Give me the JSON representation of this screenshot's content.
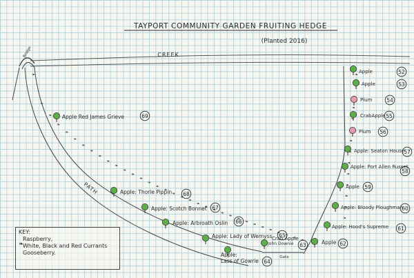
{
  "title": "TAYPORT COMMUNITY GARDEN FRUITING HEDGE",
  "subtitle": "(Planted 2016)",
  "creek_label": "CREEK",
  "path_label": "PATH",
  "bridge_label": "Bridge",
  "gate_label": "Gate",
  "left_hedge": [
    {
      "label": "Apple Red James Grieve",
      "number": "69",
      "kind": "apple"
    },
    {
      "label": "Apple: Thorle Pippin",
      "number": "68",
      "kind": "apple"
    },
    {
      "label": "Apple: Scotch Bonnet",
      "number": "67",
      "kind": "apple"
    },
    {
      "label": "Apple: Arbroath Oslin",
      "number": "66",
      "kind": "apple"
    },
    {
      "label": "Apple: Lady of Wemyss",
      "number": "65",
      "kind": "apple"
    },
    {
      "label": "Apple: Lass of Gowrie",
      "number": "64",
      "kind": "apple"
    },
    {
      "label": "Crab Apple John Downie",
      "number": "63",
      "kind": "apple"
    },
    {
      "label": "Apple",
      "number": "62",
      "kind": "apple"
    }
  ],
  "right_hedge": [
    {
      "label": "Apple",
      "number": "52",
      "kind": "apple"
    },
    {
      "label": "Apple",
      "number": "53",
      "kind": "apple"
    },
    {
      "label": "Plum",
      "number": "54",
      "kind": "plum"
    },
    {
      "label": "CrabApple",
      "number": "55",
      "kind": "apple"
    },
    {
      "label": "Plum",
      "number": "56",
      "kind": "plum"
    },
    {
      "label": "Apple: Seaton House",
      "number": "57",
      "kind": "apple"
    },
    {
      "label": "Apple: Port Allen Russet",
      "number": "58",
      "kind": "apple"
    },
    {
      "label": "Apple",
      "number": "59",
      "kind": "apple"
    },
    {
      "label": "Apple: Bloody Ploughman",
      "number": "60",
      "kind": "apple"
    },
    {
      "label": "Apple: Hood's Supreme",
      "number": "61",
      "kind": "apple"
    }
  ],
  "key": {
    "title": "KEY:",
    "lines": [
      "Raspberry,",
      "White, Black and Red Currants",
      "Gooseberry."
    ]
  },
  "colors": {
    "apple": "#5fae4a",
    "plum": "#e79ab0",
    "ink": "#2a2a2a",
    "grid": "#b9d4de"
  }
}
